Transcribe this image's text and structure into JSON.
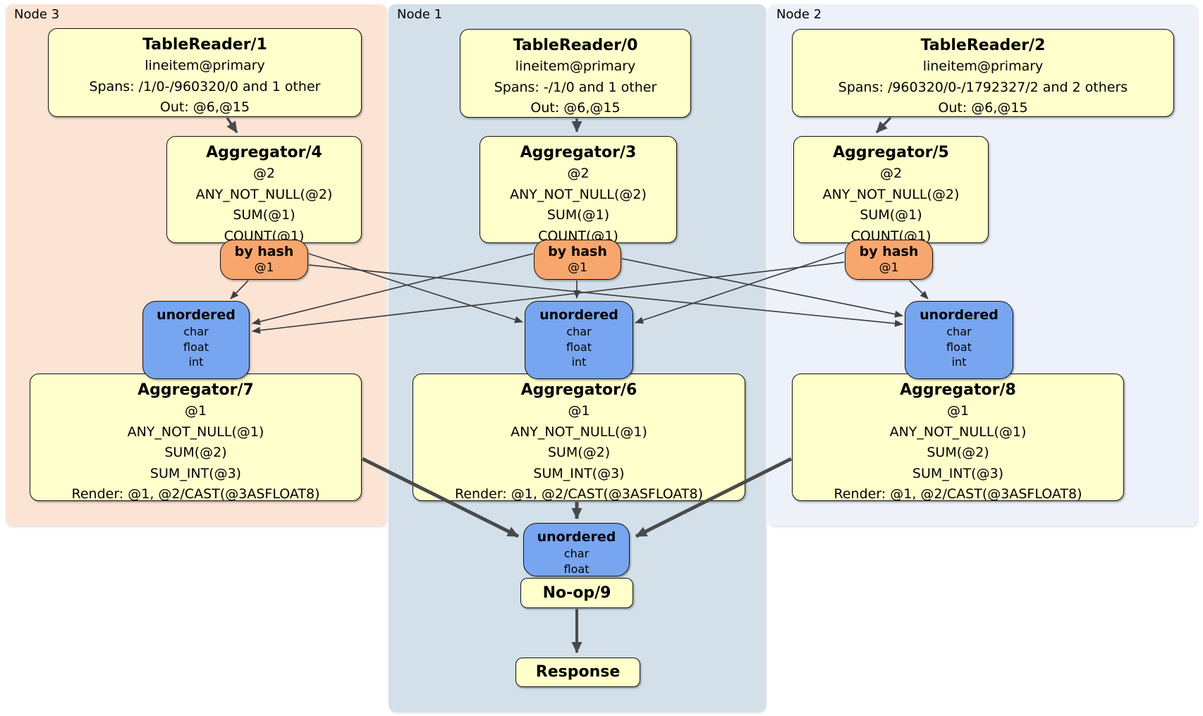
{
  "colors": {
    "yellow": "#ffffcc",
    "orange": "#f7a66e",
    "blue": "#78a5f0",
    "peach": "#fce4d5",
    "node1bg": "#d3e0ea",
    "node2bg": "#edf1f9",
    "edge": "#404040",
    "edge2": "#4a4a4a"
  },
  "panels": {
    "node3": {
      "label": "Node 3"
    },
    "node1": {
      "label": "Node 1"
    },
    "node2": {
      "label": "Node 2"
    }
  },
  "boxes": {
    "tr1": {
      "title": "TableReader/1",
      "lines": [
        "lineitem@primary",
        "Spans: /1/0-/960320/0 and 1 other",
        "Out: @6,@15"
      ]
    },
    "tr0": {
      "title": "TableReader/0",
      "lines": [
        "lineitem@primary",
        "Spans: -/1/0 and 1 other",
        "Out: @6,@15"
      ]
    },
    "tr2": {
      "title": "TableReader/2",
      "lines": [
        "lineitem@primary",
        "Spans: /960320/0-/1792327/2 and 2 others",
        "Out: @6,@15"
      ]
    },
    "agg4": {
      "title": "Aggregator/4",
      "lines": [
        "@2",
        "ANY_NOT_NULL(@2)",
        "SUM(@1)",
        "COUNT(@1)"
      ]
    },
    "agg3": {
      "title": "Aggregator/3",
      "lines": [
        "@2",
        "ANY_NOT_NULL(@2)",
        "SUM(@1)",
        "COUNT(@1)"
      ]
    },
    "agg5": {
      "title": "Aggregator/5",
      "lines": [
        "@2",
        "ANY_NOT_NULL(@2)",
        "SUM(@1)",
        "COUNT(@1)"
      ]
    },
    "router3": {
      "title": "by hash",
      "sub": "@1"
    },
    "router1": {
      "title": "by hash",
      "sub": "@1"
    },
    "router2": {
      "title": "by hash",
      "sub": "@1"
    },
    "sync3": {
      "title": "unordered",
      "lines": [
        "char",
        "float",
        "int"
      ]
    },
    "sync1": {
      "title": "unordered",
      "lines": [
        "char",
        "float",
        "int"
      ]
    },
    "sync2": {
      "title": "unordered",
      "lines": [
        "char",
        "float",
        "int"
      ]
    },
    "agg7": {
      "title": "Aggregator/7",
      "lines": [
        "@1",
        "ANY_NOT_NULL(@1)",
        "SUM(@2)",
        "SUM_INT(@3)",
        "Render: @1, @2/CAST(@3ASFLOAT8)"
      ]
    },
    "agg6": {
      "title": "Aggregator/6",
      "lines": [
        "@1",
        "ANY_NOT_NULL(@1)",
        "SUM(@2)",
        "SUM_INT(@3)",
        "Render: @1, @2/CAST(@3ASFLOAT8)"
      ]
    },
    "agg8": {
      "title": "Aggregator/8",
      "lines": [
        "@1",
        "ANY_NOT_NULL(@1)",
        "SUM(@2)",
        "SUM_INT(@3)",
        "Render: @1, @2/CAST(@3ASFLOAT8)"
      ]
    },
    "syncFinal": {
      "title": "unordered",
      "lines": [
        "char",
        "float"
      ]
    },
    "noop": {
      "title": "No-op/9"
    },
    "response": {
      "title": "Response"
    }
  }
}
